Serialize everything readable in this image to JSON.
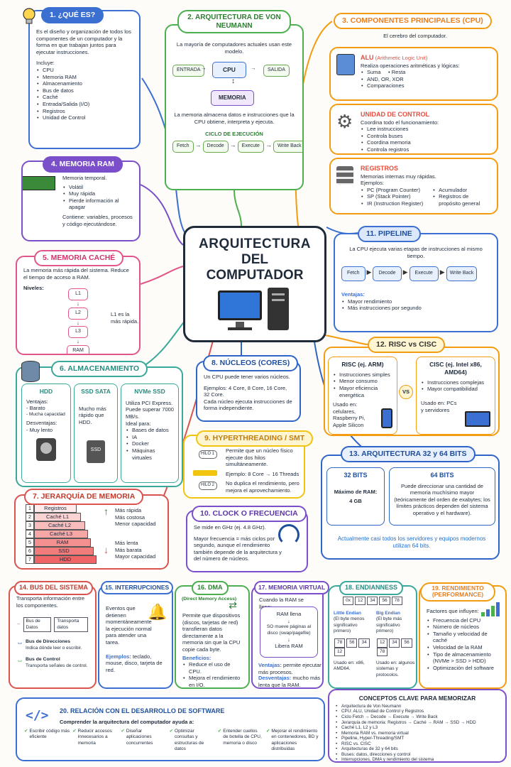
{
  "center": {
    "title": [
      "ARQUITECTURA",
      "DEL",
      "COMPUTADOR"
    ]
  },
  "que_es": {
    "title": "1. ¿QUÉ ES?",
    "text": "Es el diseño y organización de todos los componentes de un computador y la forma en que trabajan juntos para ejecutar instrucciones.",
    "incluye": "Incluye:",
    "items": [
      "CPU",
      "Memoria RAM",
      "Almacenamiento",
      "Bus de datos",
      "Caché",
      "Entrada/Salida (I/O)",
      "Registros",
      "Unidad de Control"
    ]
  },
  "von_neumann": {
    "title": "2. ARQUITECTURA DE VON NEUMANN",
    "intro": "La mayoría de computadores actuales usan este modelo.",
    "entrada": "ENTRADA",
    "cpu": "CPU",
    "salida": "SALIDA",
    "memoria": "MEMORIA",
    "desc": "La memoria almacena datos e instrucciones que la CPU obtiene, interpreta y ejecuta.",
    "ciclo": "CICLO DE EJECUCIÓN",
    "steps": [
      "Fetch",
      "Decode",
      "Execute",
      "Write Back"
    ]
  },
  "cpu": {
    "title": "3. COMPONENTES PRINCIPALES (CPU)",
    "subtitle": "El cerebro del computador.",
    "alu_title": "ALU",
    "alu_sub": "(Arithmetic Logic Unit)",
    "alu_text": "Realiza operaciones aritméticas y lógicas:",
    "alu_items": [
      "Suma",
      "Resta",
      "AND, OR, XOR",
      "Comparaciones"
    ],
    "uc_title": "UNIDAD DE CONTROL",
    "uc_text": "Coordina todo el funcionamiento:",
    "uc_items": [
      "Lee instrucciones",
      "Controla buses",
      "Coordina memoria",
      "Controla registros"
    ],
    "reg_title": "REGISTROS",
    "reg_text": "Memorias internas muy rápidas.",
    "reg_ej": "Ejemplos:",
    "reg_items_left": [
      "PC (Program Counter)",
      "SP (Stack Pointer)",
      "IR (Instruction Register)"
    ],
    "reg_items_right": [
      "Acumulador",
      "Registros de propósito general"
    ]
  },
  "ram": {
    "title": "4. MEMORIA RAM",
    "text": "Memoria temporal.",
    "items": [
      "Volátil",
      "Muy rápida",
      "Pierde información al apagar"
    ],
    "contains": "Contiene: variables, procesos y código ejecutándose."
  },
  "cache": {
    "title": "5. MEMORIA CACHÉ",
    "text": "La memoria más rápida del sistema. Reduce el tiempo de acceso a RAM.",
    "niveles": "Niveles:",
    "levels": [
      "L1",
      "L2",
      "L3",
      "RAM"
    ],
    "note": "L1 es la más rápida."
  },
  "almacen": {
    "title": "6. ALMACENAMIENTO",
    "hdd": "HDD",
    "hdd_v": "Ventajas:",
    "hdd_v1": "- Barato",
    "hdd_v2": "- Mucha capacidad",
    "hdd_d": "Desventajas:",
    "hdd_d1": "- Muy lento",
    "ssd": "SSD SATA",
    "ssd_text": "Mucho más rápido que HDD.",
    "ssd_label": "SSD",
    "nvme": "NVMe SSD",
    "nvme_text": "Utiliza PCI Express. Puede superar 7000 MB/s.",
    "nvme_ideal": "Ideal para:",
    "nvme_items": [
      "Bases de datos",
      "IA",
      "Docker",
      "Máquinas virtuales"
    ]
  },
  "jerarquia": {
    "title": "7. JERARQUÍA DE MEMORIA",
    "rows": [
      [
        "1",
        "Registros"
      ],
      [
        "2",
        "Caché L1"
      ],
      [
        "3",
        "Caché L2"
      ],
      [
        "4",
        "Caché L3"
      ],
      [
        "5",
        "RAM"
      ],
      [
        "6",
        "SSD"
      ],
      [
        "7",
        "HDD"
      ]
    ],
    "up": [
      "Más rápida",
      "Más costosa",
      "Menor capacidad"
    ],
    "down": [
      "Más lenta",
      "Más barata",
      "Mayor capacidad"
    ]
  },
  "nucleos": {
    "title": "8. NÚCLEOS (CORES)",
    "t1": "Un CPU puede tener varios núcleos.",
    "t2": "Ejemplos: 4 Core, 8 Core, 16 Core, 32 Core.",
    "t3": "Cada núcleo ejecuta instrucciones de forma independiente."
  },
  "ht": {
    "title": "9. HYPERTHREADING / SMT",
    "hilo1": "HILO 1",
    "hilo2": "HILO 2",
    "t1": "Permite que un núcleo físico ejecute dos hilos simultáneamente.",
    "t2": "Ejemplo: 8 Core → 16 Threads",
    "t3": "No duplica el rendimiento, pero mejora el aprovechamiento."
  },
  "clock": {
    "title": "10. CLOCK O FRECUENCIA",
    "t1": "Se mide en GHz (ej. 4.8 GHz).",
    "t2": "Mayor frecuencia = más ciclos por segundo, aunque el rendimiento también depende de la arquitectura y del número de núcleos."
  },
  "pipeline": {
    "title": "11. PIPELINE",
    "text": "La CPU ejecuta varias etapas de instrucciones al mismo tiempo.",
    "steps": [
      "Fetch",
      "Decode",
      "Execute",
      "Write Back"
    ],
    "ventajas": "Ventajas:",
    "items": [
      "Mayor rendimiento",
      "Más instrucciones por segundo"
    ]
  },
  "risc": {
    "title": "12. RISC vs CISC",
    "risc": "RISC (ej. ARM)",
    "risc_items": [
      "Instrucciones simples",
      "Menor consumo",
      "Mayor eficiencia energética"
    ],
    "risc_use": "Usado en: celulares, Raspberry Pi, Apple Silicon",
    "vs": "VS",
    "cisc": "CISC (ej. Intel x86, AMD64)",
    "cisc_items": [
      "Instrucciones complejas",
      "Mayor compatibilidad"
    ],
    "cisc_use": "Usado en: PCs y servidores"
  },
  "bits": {
    "title": "13. ARQUITECTURA 32 y 64 BITS",
    "b32": "32 BITS",
    "b32_text": "Máximo de RAM:",
    "b32_val": "4 GB",
    "b64": "64 BITS",
    "b64_text": "Puede direccionar una cantidad de memoria muchísimo mayor (teóricamente del orden de exabytes; los límites prácticos dependen del sistema operativo y el hardware).",
    "note": "Actualmente casi todos los servidores y equipos modernos utilizan 64 bits."
  },
  "bus": {
    "title": "14. BUS DEL SISTEMA",
    "text": "Transporta información entre los componentes.",
    "datos": "Bus de Datos",
    "datos_desc": "Transporta datos",
    "dir": "Bus de Direcciones",
    "dir_desc": "Indica dónde leer o escribir.",
    "ctrl": "Bus de Control",
    "ctrl_desc": "Transporta señales de control."
  },
  "interrupciones": {
    "title": "15. INTERRUPCIONES",
    "text": "Eventos que detienen momentáneamente la ejecución normal para atender una tarea.",
    "ej": "Ejemplos:",
    "ej_text": "teclado, mouse, disco, tarjeta de red."
  },
  "dma": {
    "title": "16. DMA",
    "subtitle": "(Direct Memory Access)",
    "text": "Permite que dispositivos (discos, tarjetas de red) transfieran datos directamente a la memoria sin que la CPU copie cada byte.",
    "ben": "Beneficios:",
    "items": [
      "Reduce el uso de CPU.",
      "Mejora el rendimiento en I/O."
    ]
  },
  "virtual": {
    "title": "17. MEMORIA VIRTUAL",
    "text": "Cuando la RAM se llena:",
    "s1": "RAM llena",
    "s2": "SO mueve páginas al disco (swap/pagefile)",
    "s3": "Libera RAM",
    "v": "Ventajas:",
    "v_text": "permite ejecutar más procesos.",
    "d": "Desventajas:",
    "d_text": "mucho más lenta que la RAM."
  },
  "endian": {
    "title": "18. ENDIANNESS",
    "hex": [
      "0x",
      "12",
      "34",
      "56",
      "78"
    ],
    "little": "Little Endian",
    "little_desc": "(El byte menos significativo primero)",
    "little_bytes": [
      "78",
      "56",
      "34",
      "12"
    ],
    "little_use": "Usado en: x86, AMD64.",
    "big": "Big Endian",
    "big_desc": "(El byte más significativo primero)",
    "big_bytes": [
      "12",
      "34",
      "56",
      "78"
    ],
    "big_use": "Usado en: algunos sistemas y protocolos."
  },
  "rend": {
    "title": "19. RENDIMIENTO (PERFORMANCE)",
    "text": "Factores que influyen:",
    "items": [
      "Frecuencia del CPU",
      "Número de núcleos",
      "Tamaño y velocidad de caché",
      "Velocidad de la RAM",
      "Tipo de almacenamiento (NVMe > SSD > HDD)",
      "Optimización del software"
    ]
  },
  "rel": {
    "title": "20. RELACIÓN CON EL DESARROLLO DE SOFTWARE",
    "text": "Comprender la arquitectura del computador ayuda a:",
    "items": [
      "Escribir código más eficiente",
      "Reducir accesos innecesarios a memoria",
      "Diseñar aplicaciones concurrentes",
      "Optimizar consultas y estructuras de datos",
      "Entender cuellos de botella de CPU, memoria o disco",
      "Mejorar el rendimiento en contenedores, BD y aplicaciones distribuidas"
    ]
  },
  "conceptos": {
    "title": "CONCEPTOS CLAVE PARA MEMORIZAR",
    "items": [
      "Arquitectura de Von Neumann",
      "CPU: ALU, Unidad de Control y Registros",
      "Ciclo Fetch → Decode → Execute → Write Back",
      "Jerarquía de memoria: Registros → Caché → RAM → SSD → HDD",
      "Caché L1, L2 y L3",
      "Memoria RAM vs. memoria virtual",
      "Pipeline, Hyper-Threading/SMT",
      "RISC vs. CISC",
      "Arquitecturas de 32 y 64 bits",
      "Buses: datos, direcciones y control",
      "Interrupciones, DMA y rendimiento del sistema"
    ]
  }
}
